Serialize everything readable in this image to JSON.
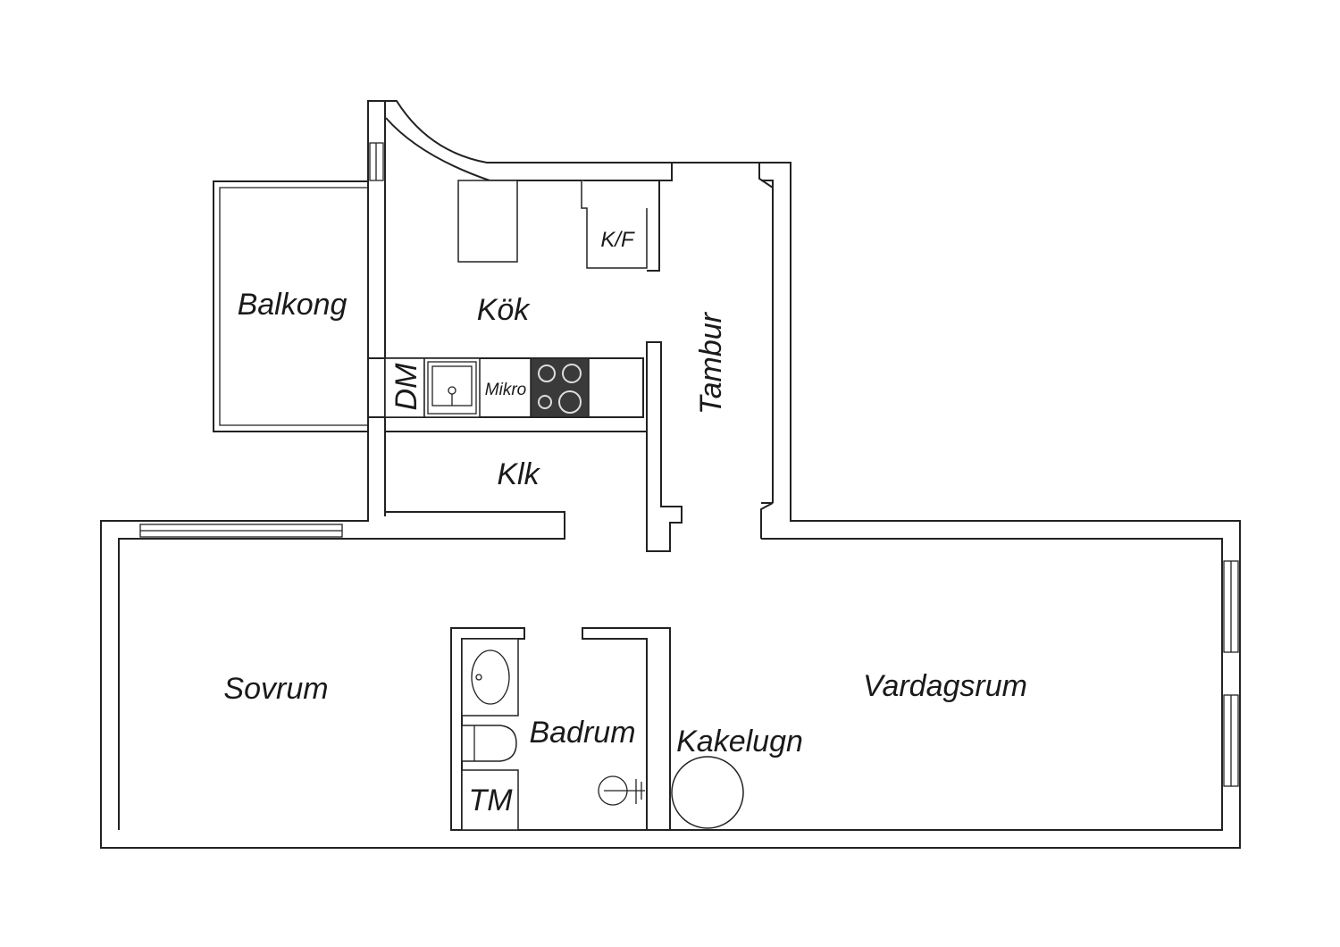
{
  "rooms": {
    "balcony": "Balkong",
    "kitchen": "Kök",
    "hall": "Tambur",
    "closet": "Klk",
    "bedroom": "Sovrum",
    "bathroom": "Badrum",
    "living": "Vardagsrum"
  },
  "fixtures": {
    "fridge": "K/F",
    "dishwasher": "DM",
    "microwave": "Mikro",
    "washer": "TM",
    "stove_label": "Kakelugn"
  }
}
